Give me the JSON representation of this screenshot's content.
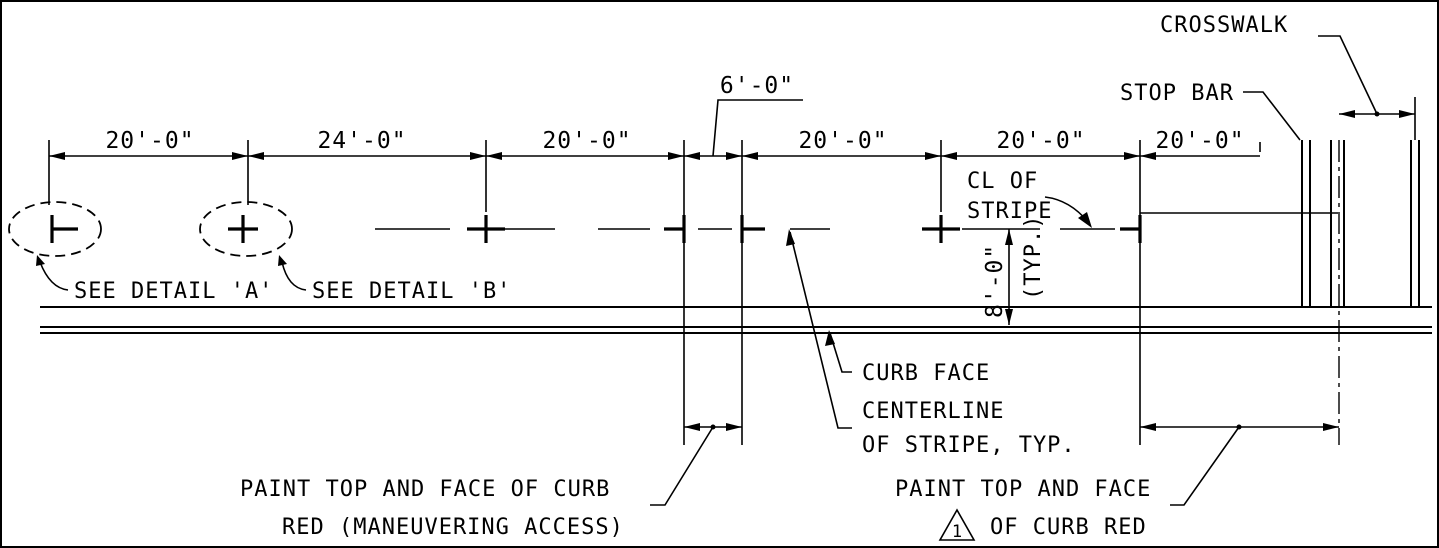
{
  "dimensions": {
    "d1": "20'-0\"",
    "d2": "24'-0\"",
    "d3": "20'-0\"",
    "d4": "6'-0\"",
    "d5": "20'-0\"",
    "d6": "20'-0\"",
    "d7": "20'-0\"",
    "vertical": "8'-0\"",
    "vertical_note": "(TYP.)"
  },
  "labels": {
    "crosswalk": "CROSSWALK",
    "stop_bar": "STOP BAR",
    "cl_line1": "CL OF",
    "cl_line2": "STRIPE",
    "detail_a": "SEE DETAIL 'A'",
    "detail_b": "SEE DETAIL 'B'",
    "curb_face": "CURB FACE",
    "centerline_line1": "CENTERLINE",
    "centerline_line2": "OF STRIPE, TYP.",
    "paint_left_line1": "PAINT TOP AND FACE OF CURB",
    "paint_left_line2": "RED (MANEUVERING ACCESS)",
    "paint_right_line1": "PAINT TOP AND FACE",
    "paint_right_line2": "OF CURB RED",
    "revision_number": "1"
  }
}
